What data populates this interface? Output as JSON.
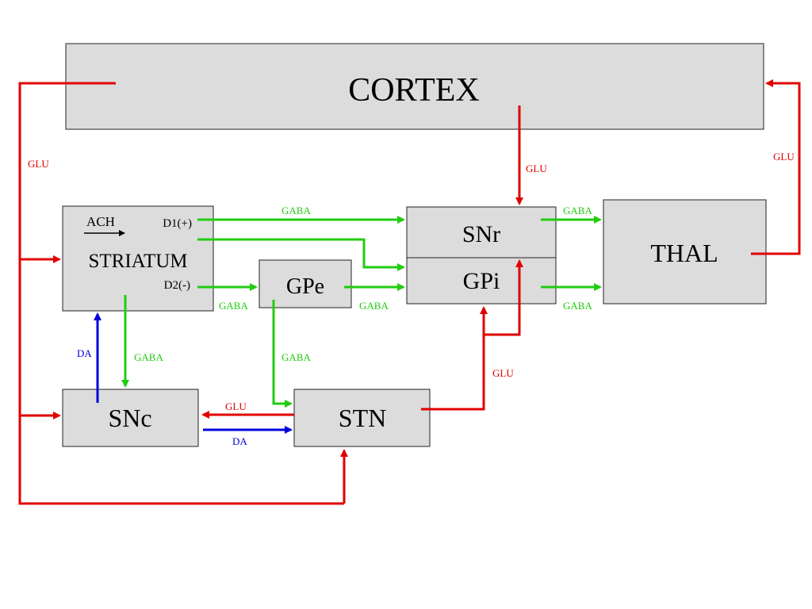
{
  "nodes": {
    "cortex": "CORTEX",
    "striatum": "STRIATUM",
    "ach": "ACH",
    "d1": "D1(+)",
    "d2": "D2(-)",
    "gpe": "GPe",
    "snr": "SNr",
    "gpi": "GPi",
    "thal": "THAL",
    "snc": "SNc",
    "stn": "STN"
  },
  "edges": {
    "cortex_striatum": "GLU",
    "cortex_snr": "GLU",
    "thal_cortex": "GLU",
    "d1_snr": "GABA",
    "snr_thal": "GABA",
    "gpi_thal": "GABA",
    "d2_gpe": "GABA",
    "gpe_gpi": "GABA",
    "gpe_stn": "GABA",
    "striatum_snc": "GABA",
    "snc_striatum": "DA",
    "stn_snc": "GLU",
    "snc_stn": "DA",
    "stn_gpi": "GLU"
  },
  "colors": {
    "glutamate": "#e00000",
    "gaba": "#22cc11",
    "dopamine": "#0000dd",
    "box_fill": "#dcdcdc"
  }
}
